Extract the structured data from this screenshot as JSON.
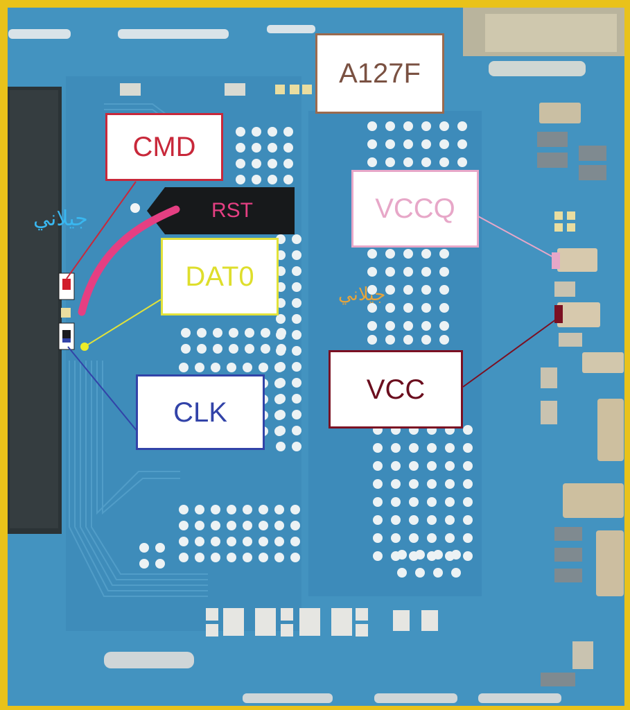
{
  "image": {
    "board_model": "A127F",
    "labels": {
      "cmd": "CMD",
      "rst": "RST",
      "dat0": "DAT0",
      "clk": "CLK",
      "vccq": "VCCQ",
      "vcc": "VCC"
    },
    "watermarks": [
      "جيلاني",
      "جيلاني"
    ],
    "colors": {
      "frame": "#e9c21a",
      "pcb": "#3f8fbe",
      "pad": "#ecf2f4",
      "cmd": "#c8283a",
      "rst": "#e53f82",
      "dat0": "#e2e23a",
      "clk": "#3243a8",
      "vccq": "#e7a7c8",
      "vcc": "#7b1022",
      "board_model": "#9b6a4e"
    }
  }
}
